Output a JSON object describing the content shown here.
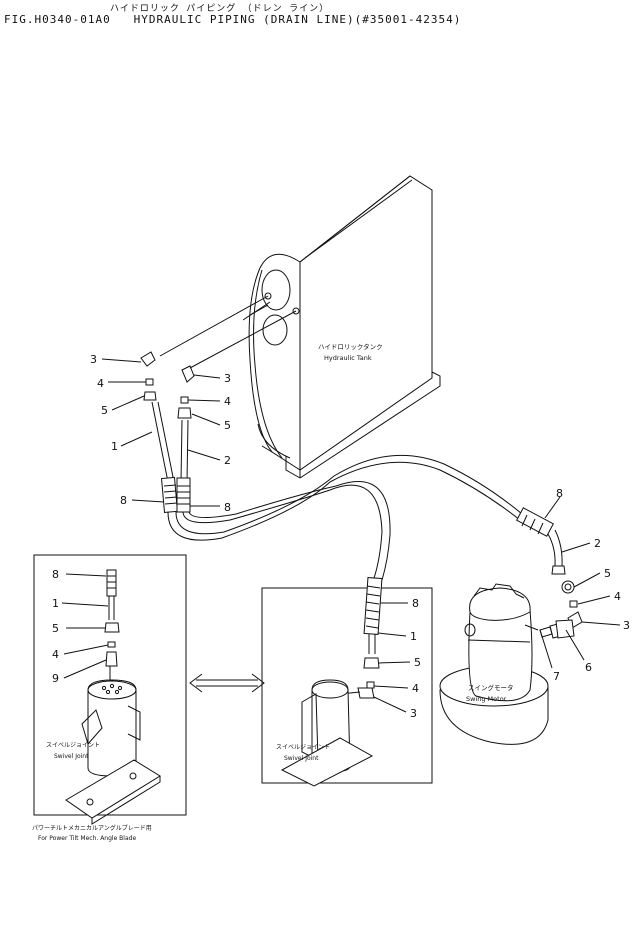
{
  "header": {
    "jp_title": "ハイドロリック パイピング （ドレン ライン）",
    "fig": "FIG.H0340-01A0",
    "title": "HYDRAULIC PIPING (DRAIN LINE)(#35001-42354)"
  },
  "labels": {
    "tank_jp": "ハイドロリックタンク",
    "tank_en": "Hydraulic Tank",
    "swivel_jp": "スイベルジョイント",
    "swivel_en": "Swivel Joint",
    "swing_jp": "スイングモータ",
    "swing_en": "Swing Motor",
    "note_jp": "パワーチルトメカニカルアングルブレード用",
    "note_en": "For Power Tilt Mech. Angle Blade"
  },
  "callouts": {
    "c1": "3",
    "c2": "4",
    "c3": "5",
    "c4": "1",
    "c5": "8",
    "c6": "3",
    "c7": "4",
    "c8": "5",
    "c9": "2",
    "c10": "8",
    "c11": "8",
    "c12": "2",
    "c13": "5",
    "c14": "4",
    "c15": "3",
    "c16": "7",
    "c17": "6",
    "c18": "8",
    "c19": "1",
    "c20": "5",
    "c21": "4",
    "c22": "9",
    "c23": "8",
    "c24": "1",
    "c25": "5",
    "c26": "4",
    "c27": "3"
  }
}
